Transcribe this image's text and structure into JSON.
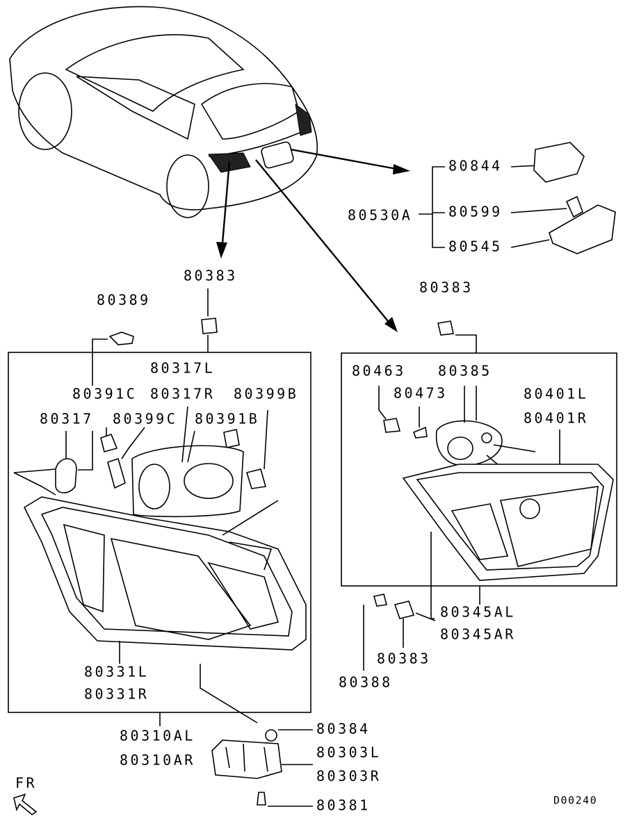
{
  "diagram": {
    "code": "D00240",
    "direction_label": "FR",
    "license_lamp": {
      "assembly": "80530A",
      "parts": [
        "80844",
        "80599",
        "80545"
      ]
    },
    "outer_lamp": {
      "assembly_l": "80310AL",
      "assembly_r": "80310AR",
      "labels": {
        "screw_top": "80383",
        "bulb_socket_top": "80389",
        "gasket_l": "80317L",
        "socket_c": "80391C",
        "gasket_r": "80317R",
        "bulb_b": "80399B",
        "pad": "80317",
        "bulb_c": "80399C",
        "socket_b": "80391B",
        "lens_l": "80331L",
        "lens_r": "80331R",
        "nut": "80384",
        "bracket_l": "80303L",
        "bracket_r": "80303R",
        "screw_bottom": "80381"
      }
    },
    "inner_lamp": {
      "labels": {
        "screw_top": "80383",
        "socket": "80463",
        "gasket": "80385",
        "bulb": "80473",
        "lamp_l": "80401L",
        "lamp_r": "80401R",
        "assy_l": "80345AL",
        "assy_r": "80345AR",
        "screw_bottom": "80383",
        "clip": "80388"
      }
    }
  }
}
